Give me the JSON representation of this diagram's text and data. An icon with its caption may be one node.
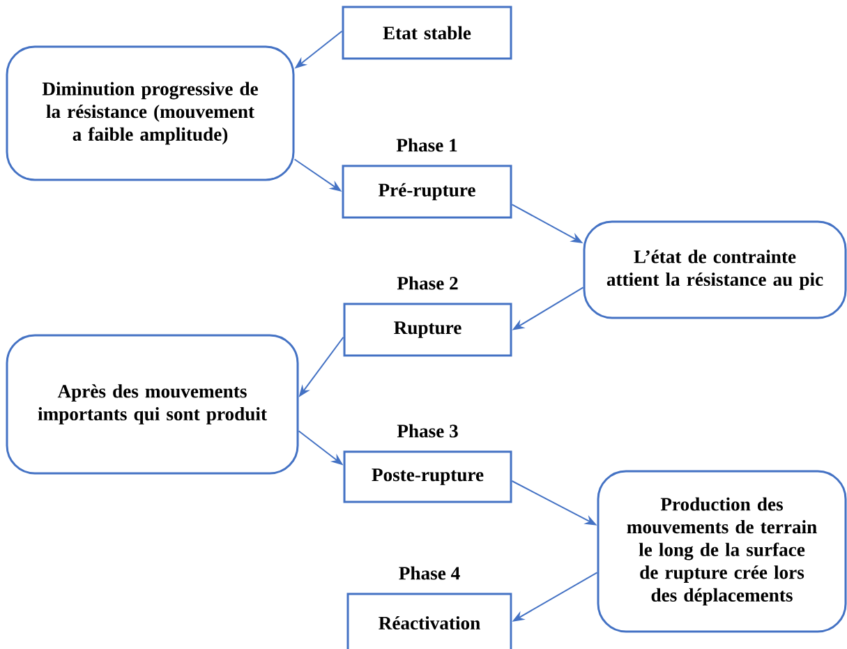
{
  "diagram": {
    "nodes": [
      {
        "text": [
          "Etat stable"
        ]
      },
      {
        "text": [
          "Diminution progressive de la résistance (mouvement a faible amplitude)"
        ]
      },
      {
        "text": [
          "Pré-rupture"
        ],
        "beside": [
          "Phase 1"
        ]
      },
      {
        "text": [
          "L’état de contrainte attient la résistance au pic"
        ]
      },
      {
        "text": [
          "Rupture"
        ],
        "beside": [
          "Phase 2"
        ]
      },
      {
        "text": [
          "Après des mouvements importants qui sont produit"
        ]
      },
      {
        "text": [
          "Poste-rupture"
        ],
        "beside": [
          "Phase 3"
        ]
      },
      {
        "text": [
          "Production des mouvements de terrain le long de la surface de rupture crée lors des déplacements"
        ]
      },
      {
        "text": [
          "Réactivation"
        ],
        "beside": [
          "Phase 4"
        ]
      }
    ],
    "edges": [
      {
        "from": 0,
        "to": 1,
        "arrow": "to"
      },
      {
        "from": 1,
        "to": 2,
        "arrow": "to"
      },
      {
        "from": 2,
        "to": 3,
        "arrow": "to"
      },
      {
        "from": 3,
        "to": 4,
        "arrow": "to"
      },
      {
        "from": 4,
        "to": 5,
        "arrow": "to"
      },
      {
        "from": 5,
        "to": 6,
        "arrow": "to"
      },
      {
        "from": 6,
        "to": 7,
        "arrow": "to"
      },
      {
        "from": 7,
        "to": 8,
        "arrow": "to"
      }
    ]
  }
}
